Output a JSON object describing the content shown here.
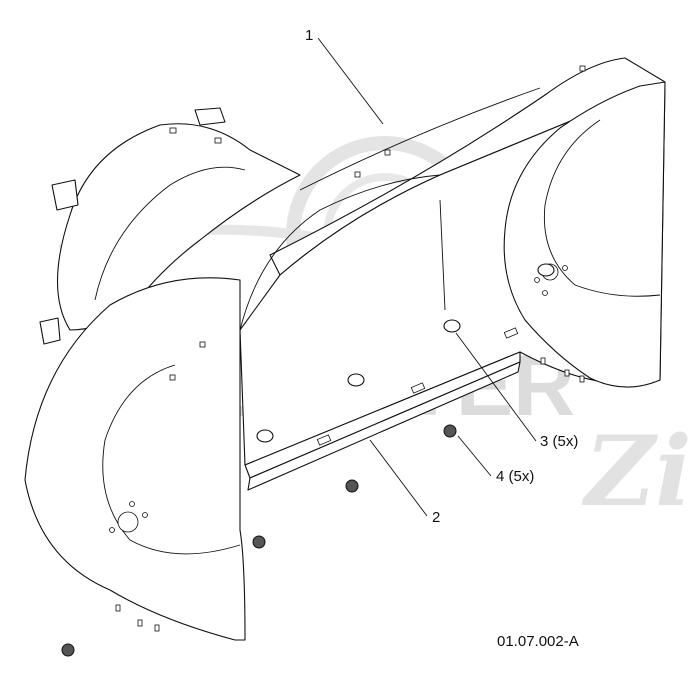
{
  "diagram": {
    "watermark": {
      "text": "SCOOTER",
      "script": "Zip"
    },
    "callouts": [
      {
        "id": "1",
        "label": "1"
      },
      {
        "id": "2",
        "label": "2"
      },
      {
        "id": "3",
        "label": "3 (5x)"
      },
      {
        "id": "4",
        "label": "4 (5x)"
      }
    ],
    "drawing_code": "01.07.002-A",
    "colors": {
      "line": "#111111",
      "watermark": "#dcdcdc",
      "background": "#ffffff"
    }
  }
}
